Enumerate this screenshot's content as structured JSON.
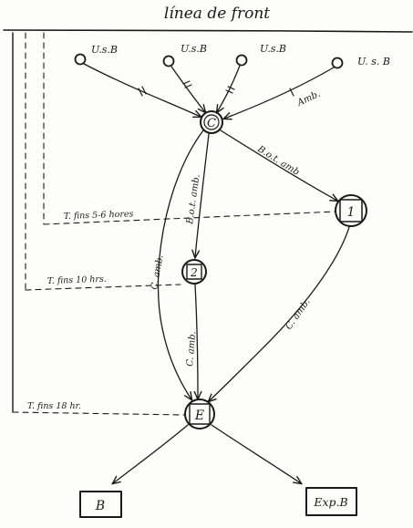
{
  "diagram": {
    "title": "línea de front",
    "nodes": {
      "ub1": "U.s.B",
      "ub2": "U.s.B",
      "ub3": "U.s.B",
      "ub4": "U. s. B",
      "c": "C",
      "n1": "1",
      "n2": "2",
      "e": "E",
      "b": "B",
      "expb": "Exp.B"
    },
    "edge_labels": {
      "ub4_c": "Amb.",
      "c_n1": "B.o.t. amb",
      "c_n2": "B.o.t. amb.",
      "c_e": "C. amb.",
      "n2_e": "C. amb.",
      "n1_e": "C. amb."
    },
    "time_labels": {
      "t1": "T. fins 5-6 hores",
      "t2": "T. fins 10 hrs.",
      "t3": "T. fins 18 hr."
    }
  }
}
